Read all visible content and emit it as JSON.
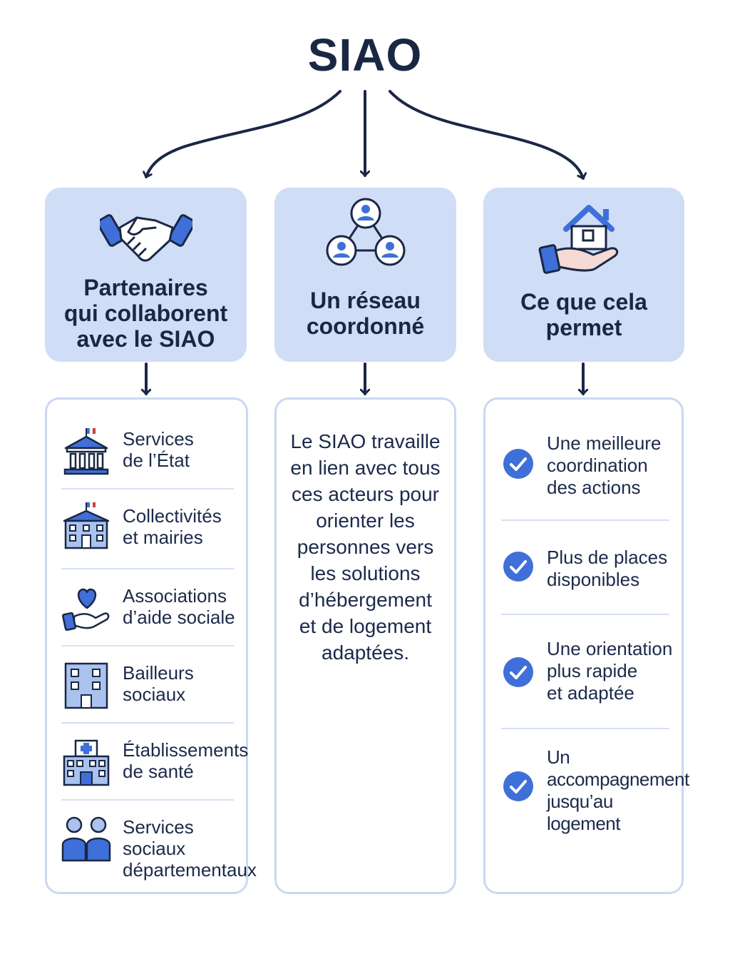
{
  "title": "SIAO",
  "columns": [
    {
      "header": "Partenaires\nqui collaborent\navec le SIAO",
      "icon": "handshake-icon"
    },
    {
      "header": "Un réseau\ncoordonné",
      "icon": "network-icon"
    },
    {
      "header": "Ce que cela\npermet",
      "icon": "house-in-hand-icon"
    }
  ],
  "partners": [
    {
      "label": "Services\nde l’État",
      "icon": "government-building-icon"
    },
    {
      "label": "Collectivités\net mairies",
      "icon": "town-hall-icon"
    },
    {
      "label": "Associations\nd’aide sociale",
      "icon": "heart-in-hand-icon"
    },
    {
      "label": "Bailleurs\nsociaux",
      "icon": "apartment-building-icon"
    },
    {
      "label": "Établissements\nde santé",
      "icon": "hospital-icon"
    },
    {
      "label": "Services\nsociaux\ndépartementaux",
      "icon": "people-icon"
    }
  ],
  "network_text": "Le SIAO travaille en lien avec tous ces acteurs pour orienter les personnes vers les solutions d’hébergement et de logement adaptées.",
  "benefits": [
    {
      "label": "Une meilleure\ncoordination\ndes actions",
      "icon": "check-circle-icon"
    },
    {
      "label": "Plus de places\ndisponibles",
      "icon": "check-circle-icon"
    },
    {
      "label": "Une orientation\nplus rapide\net adaptée",
      "icon": "check-circle-icon"
    },
    {
      "label": "Un\naccompagnement\njusqu’au\nlogement",
      "icon": "check-circle-icon"
    }
  ],
  "colors": {
    "navy": "#1a2744",
    "header_bg": "#cfddf6",
    "border": "#cad8f2",
    "accent_blue": "#3f6fd8",
    "icon_fill": "#a9c3ee"
  }
}
